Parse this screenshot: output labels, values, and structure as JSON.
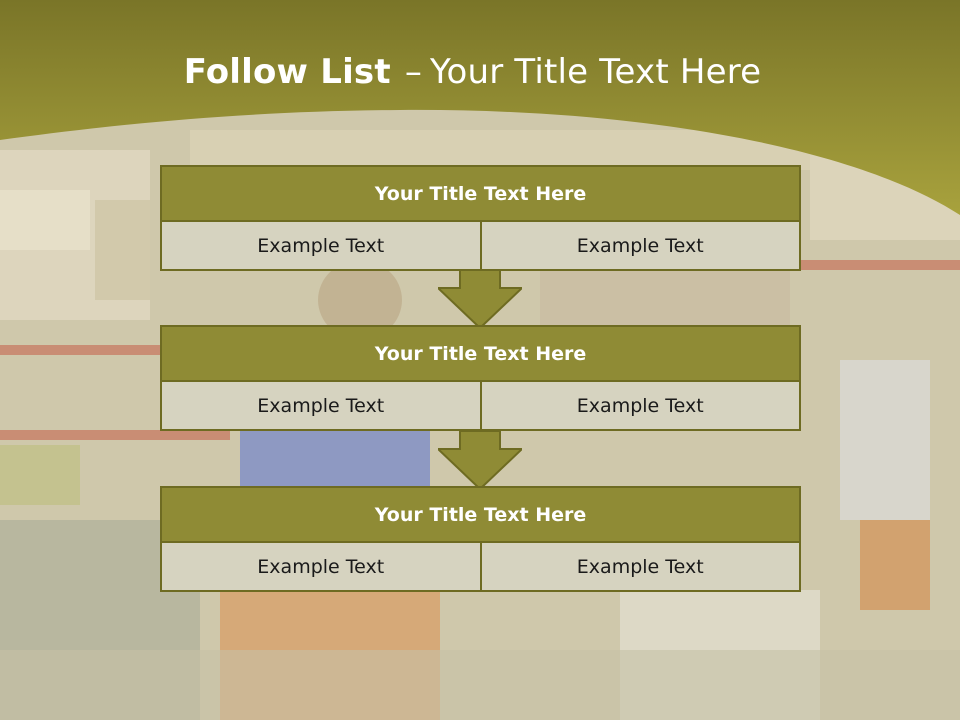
{
  "slide": {
    "title_bold": "Follow List",
    "title_dash": "–",
    "title_rest": "Your Title Text Here"
  },
  "blocks": [
    {
      "title": "Your Title Text Here",
      "left": "Example Text",
      "right": "Example Text"
    },
    {
      "title": "Your Title Text Here",
      "left": "Example Text",
      "right": "Example Text"
    },
    {
      "title": "Your Title Text Here",
      "left": "Example Text",
      "right": "Example Text"
    }
  ],
  "colors": {
    "header_olive": "#8f8b35",
    "cell_beige": "#d6d3c0",
    "border": "#6e6b22"
  }
}
